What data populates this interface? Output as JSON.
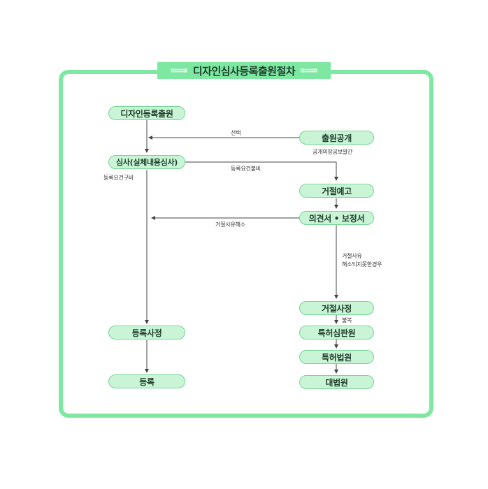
{
  "title": "디자인심사등록출원절차",
  "nodes": {
    "application": "디자인등록출원",
    "examination": "심사(실체내용심사)",
    "registration_decision": "등록사정",
    "registration": "등록",
    "publication": "출원공개",
    "rejection_notice": "거절예고",
    "opinion_amendment": "의견서 • 보정서",
    "rejection_decision": "거절사정",
    "appeal_trial": "특허심판원",
    "patent_court": "특허법원",
    "supreme_court": "대법원"
  },
  "labels": {
    "select": "선택",
    "publication_gazette": "공개의장공보발간",
    "requirements_missing": "등록요건불비",
    "requirements_met": "등록요건구비",
    "reason_resolved": "거절사유해소",
    "reason_unresolved_1": "거절사유",
    "reason_unresolved_2": "해소되지못한경우",
    "disagree": "불복"
  },
  "colors": {
    "frame": "#7ee8a2",
    "node_fill": "#c9f5d6",
    "node_border": "#74d695",
    "arrow": "#444444"
  }
}
